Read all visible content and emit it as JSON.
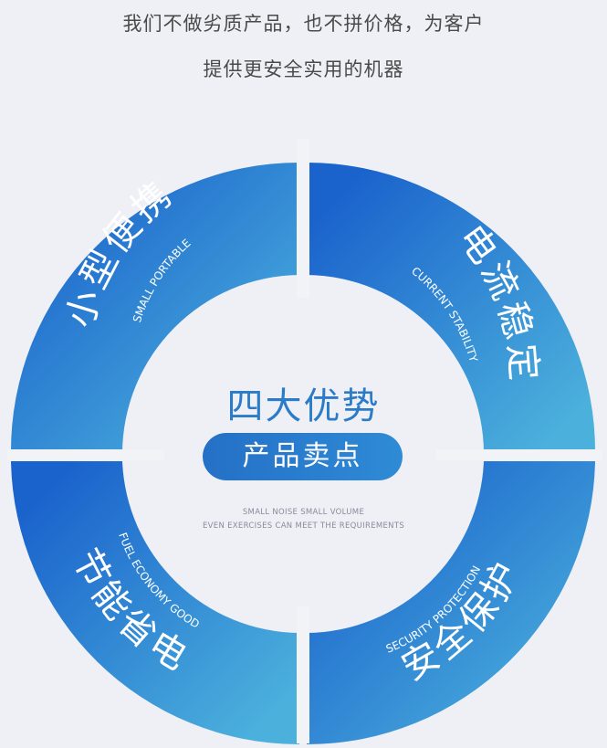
{
  "header": {
    "line1": "我们不做劣质产品，也不拼价格，为客户",
    "line2": "提供更安全实用的机器"
  },
  "center": {
    "title": "四大优势",
    "badge": "产品卖点",
    "note_line1": "SMALL NOISE SMALL VOLUME",
    "note_line2": "EVEN EXERCISES CAN MEET THE REQUIREMENTS"
  },
  "quadrants": [
    {
      "title": "小型便携",
      "subtitle": "SMALL PORTABLE"
    },
    {
      "title": "电流稳定",
      "subtitle": "CURRENT STABILITY"
    },
    {
      "title": "安全保护",
      "subtitle": "SECURITY PROTECTION"
    },
    {
      "title": "节能省电",
      "subtitle": "FUEL ECONOMY GOOD"
    }
  ],
  "colors": {
    "ring_dark": "#1a62cc",
    "ring_light": "#4bb0dc",
    "text_blue": "#2a7bc8",
    "background": "#eff0f6"
  }
}
